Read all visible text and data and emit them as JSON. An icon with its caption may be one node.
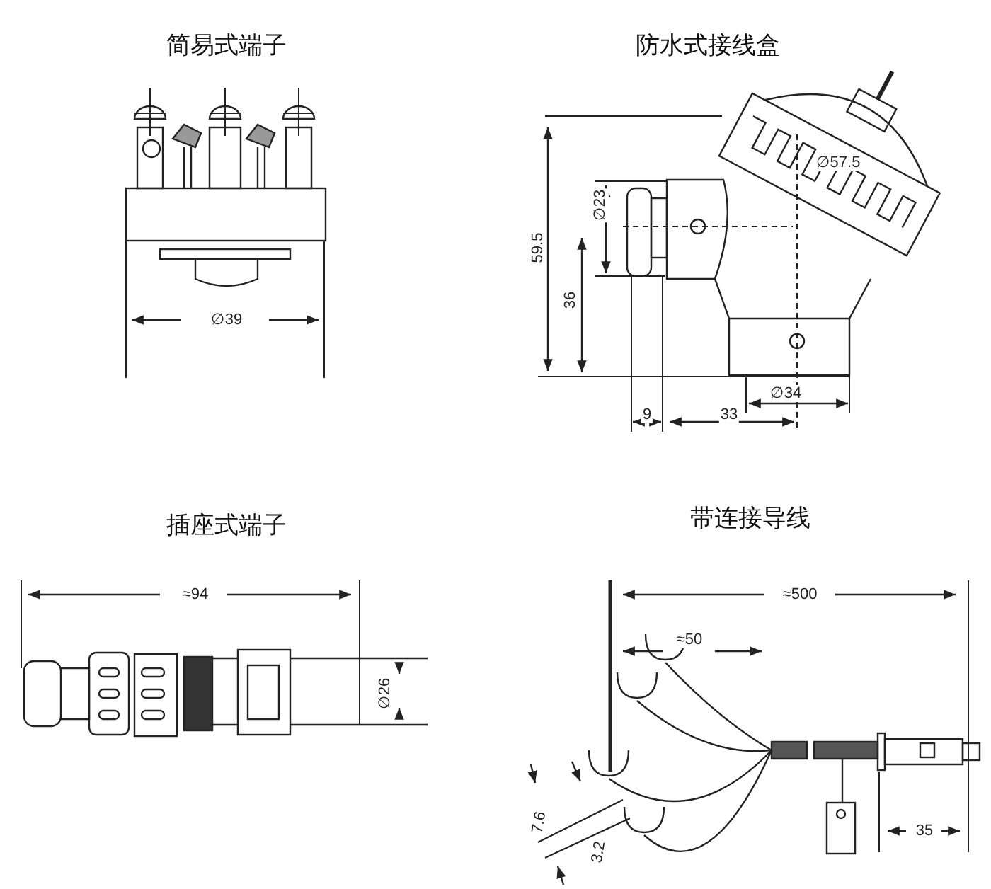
{
  "diagram": {
    "labels": [
      "简易式端子",
      "∅39",
      "防水式接线盒",
      "∅57.5",
      "∅23",
      "59.5",
      "36",
      "9",
      "33",
      "∅34",
      "插座式端子",
      "≈94",
      "∅26",
      "带连接导线",
      "≈500",
      "≈50",
      "7.6",
      "3.2",
      "35"
    ]
  }
}
